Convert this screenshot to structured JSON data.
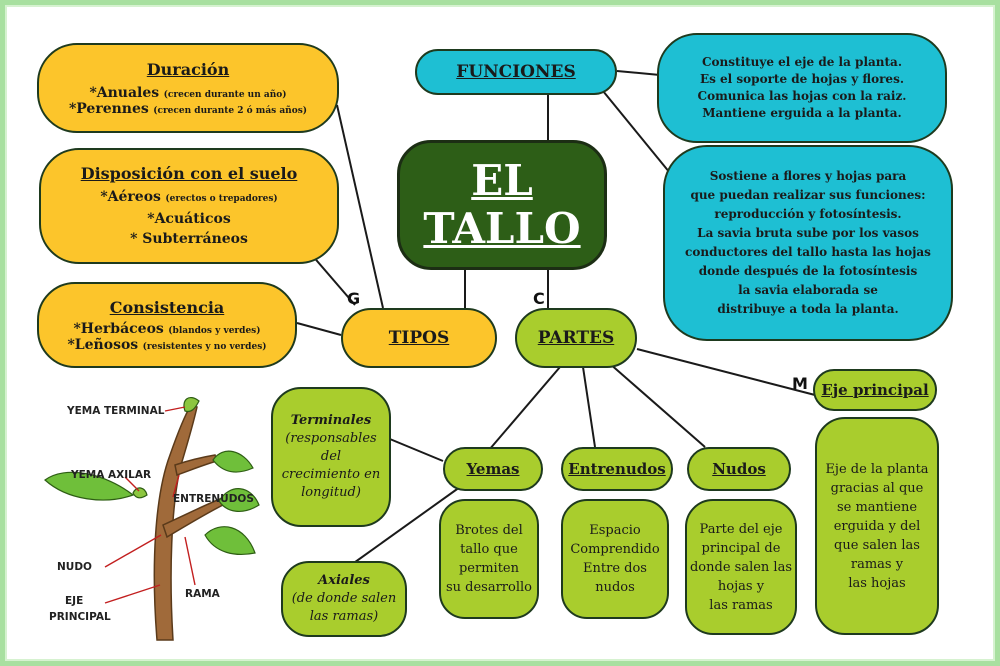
{
  "center": {
    "line1": "EL",
    "line2": "TALLO"
  },
  "funciones": {
    "title": "FUNCIONES",
    "box1": [
      "Constituye el eje de la planta.",
      "Es el soporte de hojas y flores.",
      "Comunica las hojas con la raiz.",
      "Mantiene erguida a la planta."
    ],
    "box2": [
      "Sostiene a flores y hojas para",
      "que puedan realizar sus funciones:",
      "reproducción y fotosíntesis.",
      "La savia bruta sube por los vasos",
      "conductores del tallo hasta las hojas",
      "donde después de la fotosíntesis",
      "la savia elaborada se",
      "distribuye a toda la planta."
    ]
  },
  "tipos": {
    "title": "TIPOS",
    "duracion": {
      "title": "Duración",
      "items": [
        {
          "name": "*Anuales",
          "note": "(crecen durante un año)"
        },
        {
          "name": "*Perennes",
          "note": "(crecen durante 2 ó más años)"
        }
      ]
    },
    "disposicion": {
      "title": "Disposición con el suelo",
      "items": [
        {
          "name": "*Aéreos",
          "note": "(erectos o trepadores)"
        },
        {
          "name": "*Acuáticos",
          "note": ""
        },
        {
          "name": "* Subterráneos",
          "note": ""
        }
      ]
    },
    "consistencia": {
      "title": "Consistencia",
      "items": [
        {
          "name": "*Herbáceos",
          "note": "(blandos y verdes)"
        },
        {
          "name": "*Leñosos",
          "note": "(resistentes y no verdes)"
        }
      ]
    }
  },
  "partes": {
    "title": "PARTES",
    "yemas": {
      "title": "Yemas",
      "desc": [
        "Brotes del",
        "tallo que",
        "permiten",
        "su desarrollo"
      ]
    },
    "terminales": {
      "title": "Terminales",
      "desc": [
        "(responsables",
        "del",
        "crecimiento en",
        "longitud)"
      ]
    },
    "axiales": {
      "title": "Axiales",
      "desc": [
        "(de donde salen",
        "las ramas)"
      ]
    },
    "entrenudos": {
      "title": "Entrenudos",
      "desc": [
        "Espacio",
        "Comprendido",
        "Entre dos",
        "nudos"
      ]
    },
    "nudos": {
      "title": "Nudos",
      "desc": [
        "Parte del eje",
        "principal de",
        "donde salen las",
        "hojas y",
        "las ramas"
      ]
    },
    "eje": {
      "title": "Eje principal",
      "desc": [
        "Eje de la planta",
        "gracias al que",
        "se mantiene",
        "erguida y del",
        "que salen las",
        "ramas y",
        "las hojas"
      ]
    }
  },
  "letters": {
    "g": "G",
    "c": "C",
    "m": "M"
  },
  "plant_labels": {
    "yema_terminal": "YEMA TERMINAL",
    "yema_axilar": "YEMA AXILAR",
    "entrenudos": "ENTRENUDOS",
    "nudo": "NUDO",
    "eje1": "EJE",
    "eje2": "PRINCIPAL",
    "rama": "RAMA"
  },
  "colors": {
    "yellow": "#fcc52b",
    "cyan": "#1ebfd3",
    "green": "#a9cd2d",
    "dark_green": "#2d5e17",
    "frame": "#a8e0a0"
  }
}
